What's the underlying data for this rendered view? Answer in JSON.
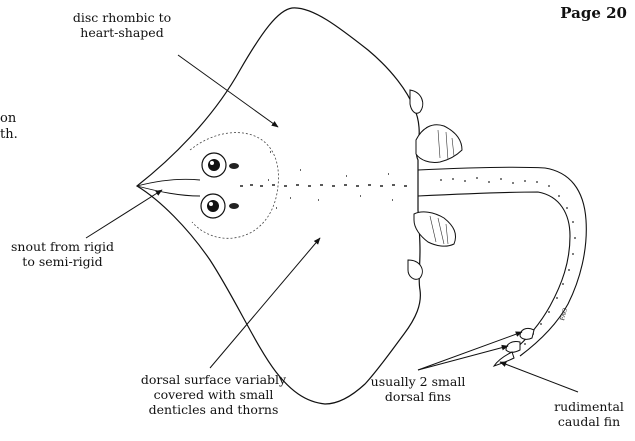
{
  "page": {
    "number_label": "Page 20",
    "left_edge_fragments": [
      "on",
      "th."
    ]
  },
  "diagram": {
    "subject": "ray-dorsal-view-illustration",
    "labels": {
      "disc": "disc rhombic to\nheart-shaped",
      "snout": "snout from rigid\nto semi-rigid",
      "dorsal_surface": "dorsal surface variably\ncovered with small\ndenticles and thorns",
      "dorsal_fins": "usually 2 small\ndorsal fins",
      "caudal_fin": "rudimental\ncaudal fin"
    },
    "artist_signature": "FAO"
  },
  "colors": {
    "ink": "#111111",
    "background": "#ffffff"
  }
}
